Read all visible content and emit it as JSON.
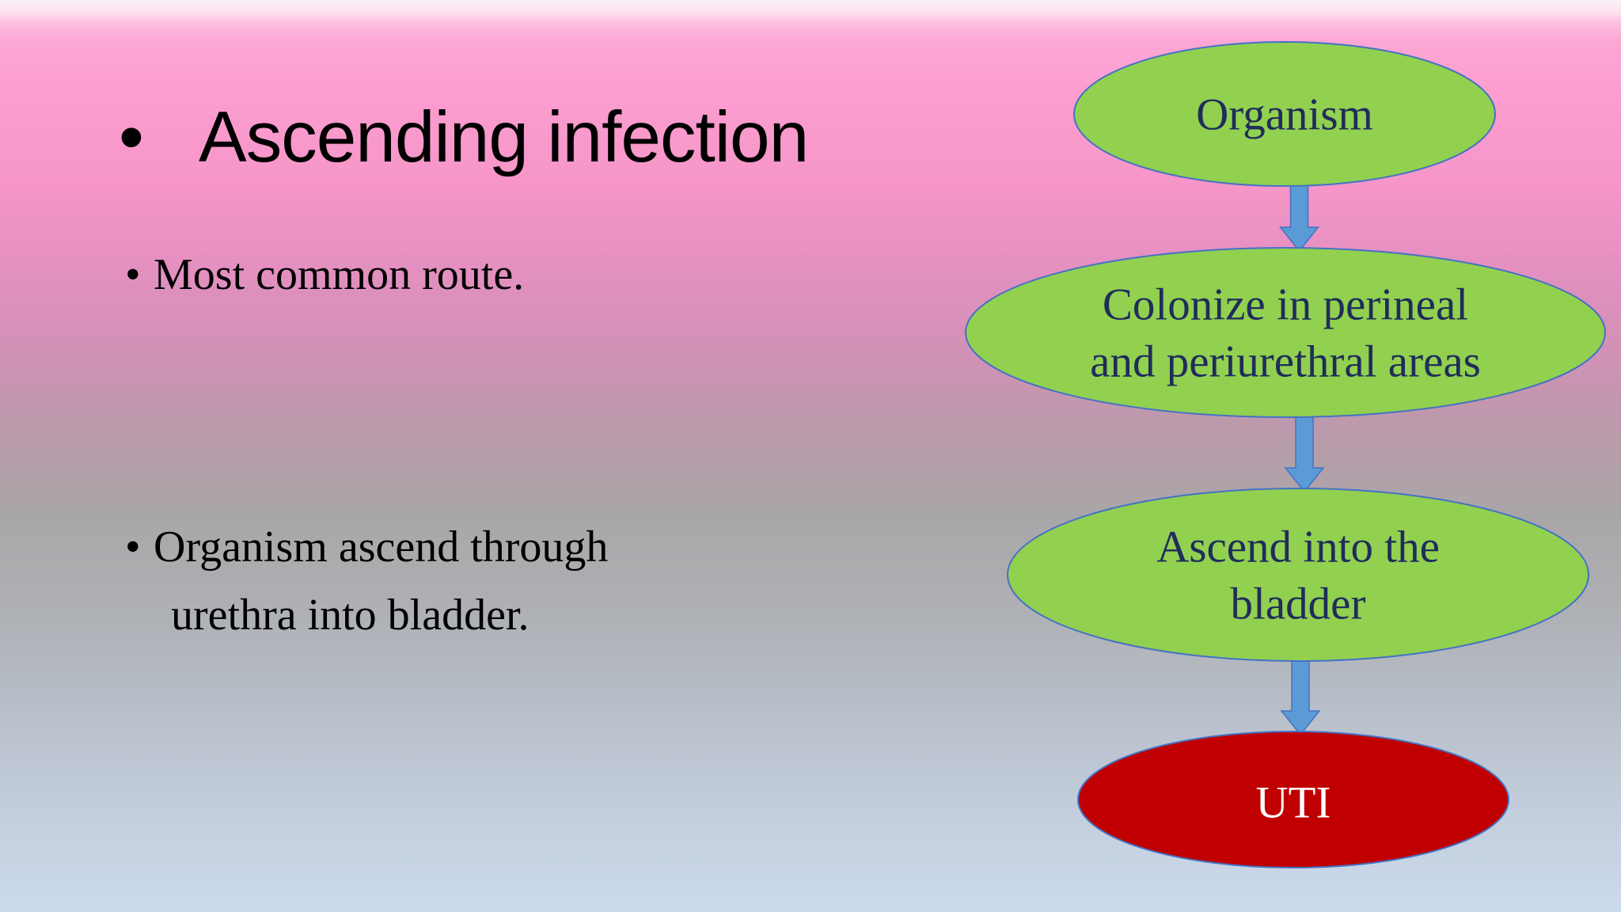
{
  "slide": {
    "title": "Ascending infection",
    "title_bullet": "•",
    "bullets": [
      {
        "lines": [
          "Most common route."
        ]
      },
      {
        "lines": [
          "Organism ascend through",
          "urethra into bladder."
        ]
      }
    ]
  },
  "flowchart": {
    "nodes": [
      {
        "id": "organism",
        "lines": [
          "Organism"
        ],
        "fill": "#92d050",
        "text_color": "#1f2d5a"
      },
      {
        "id": "colonize",
        "lines": [
          "Colonize in perineal",
          "and periurethral areas"
        ],
        "fill": "#92d050",
        "text_color": "#1f2d5a"
      },
      {
        "id": "ascend",
        "lines": [
          "Ascend into the",
          "bladder"
        ],
        "fill": "#92d050",
        "text_color": "#1f2d5a"
      },
      {
        "id": "uti",
        "lines": [
          "UTI"
        ],
        "fill": "#c00000",
        "text_color": "#ffffff"
      }
    ],
    "edges": [
      {
        "from": "organism",
        "to": "colonize"
      },
      {
        "from": "colonize",
        "to": "ascend"
      },
      {
        "from": "ascend",
        "to": "uti"
      }
    ],
    "colors": {
      "node_outline": "#4472c4",
      "arrow": "#5b9bd5"
    }
  }
}
